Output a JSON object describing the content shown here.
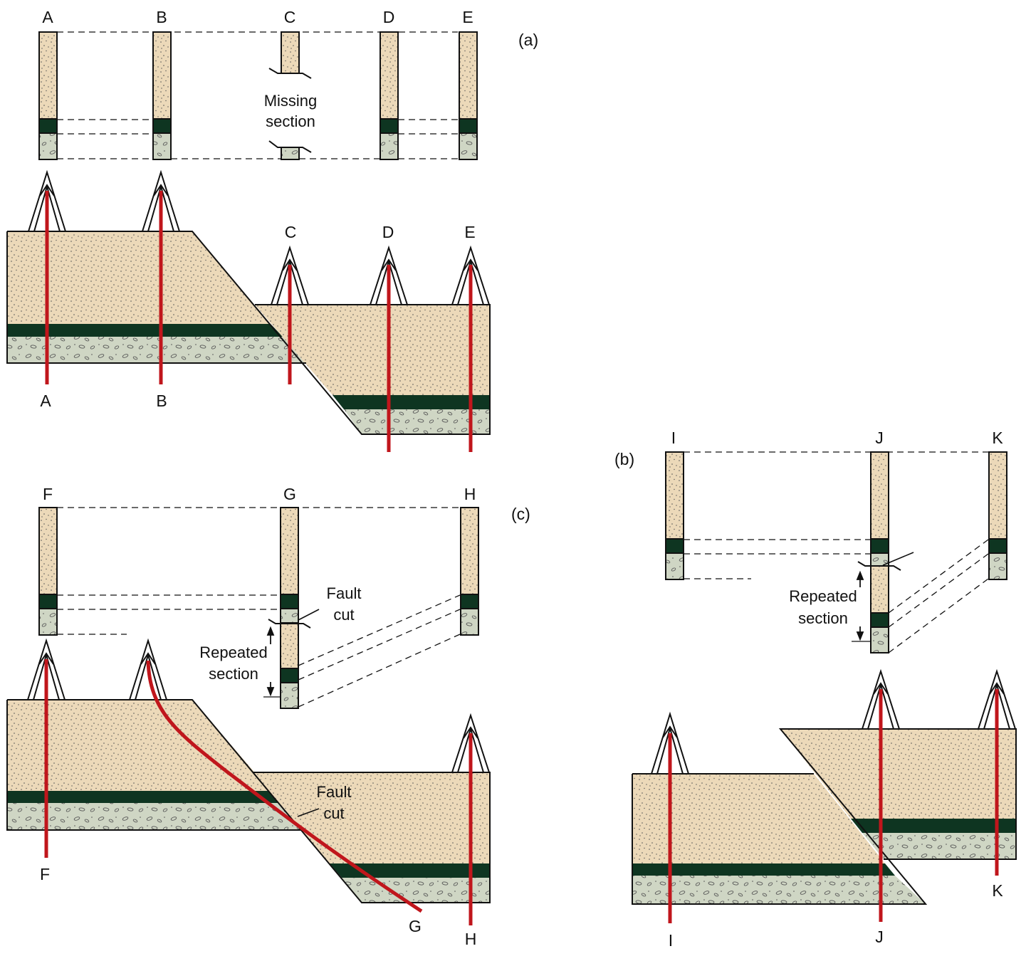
{
  "colors": {
    "sand": "#ecd9b9",
    "shale": "#0e3521",
    "conglomerate": "#cfd6c4",
    "well": "#c0161c",
    "outline": "#111111"
  },
  "panels": {
    "a": {
      "tag": "(a)",
      "columns": [
        "A",
        "B",
        "C",
        "D",
        "E"
      ],
      "missing": [
        "Missing",
        "section"
      ],
      "wells": [
        "A",
        "B",
        "C",
        "D",
        "E"
      ]
    },
    "b": {
      "tag": "(b)",
      "columns": [
        "I",
        "J",
        "K"
      ],
      "repeated": [
        "Repeated",
        "section"
      ],
      "wells": [
        "I",
        "J",
        "K"
      ]
    },
    "c": {
      "tag": "(c)",
      "columns": [
        "F",
        "G",
        "H"
      ],
      "fault_cut_log": [
        "Fault",
        "cut"
      ],
      "repeated": [
        "Repeated",
        "section"
      ],
      "fault_cut_section": [
        "Fault",
        "cut"
      ],
      "wells": [
        "F",
        "G",
        "H"
      ]
    }
  }
}
